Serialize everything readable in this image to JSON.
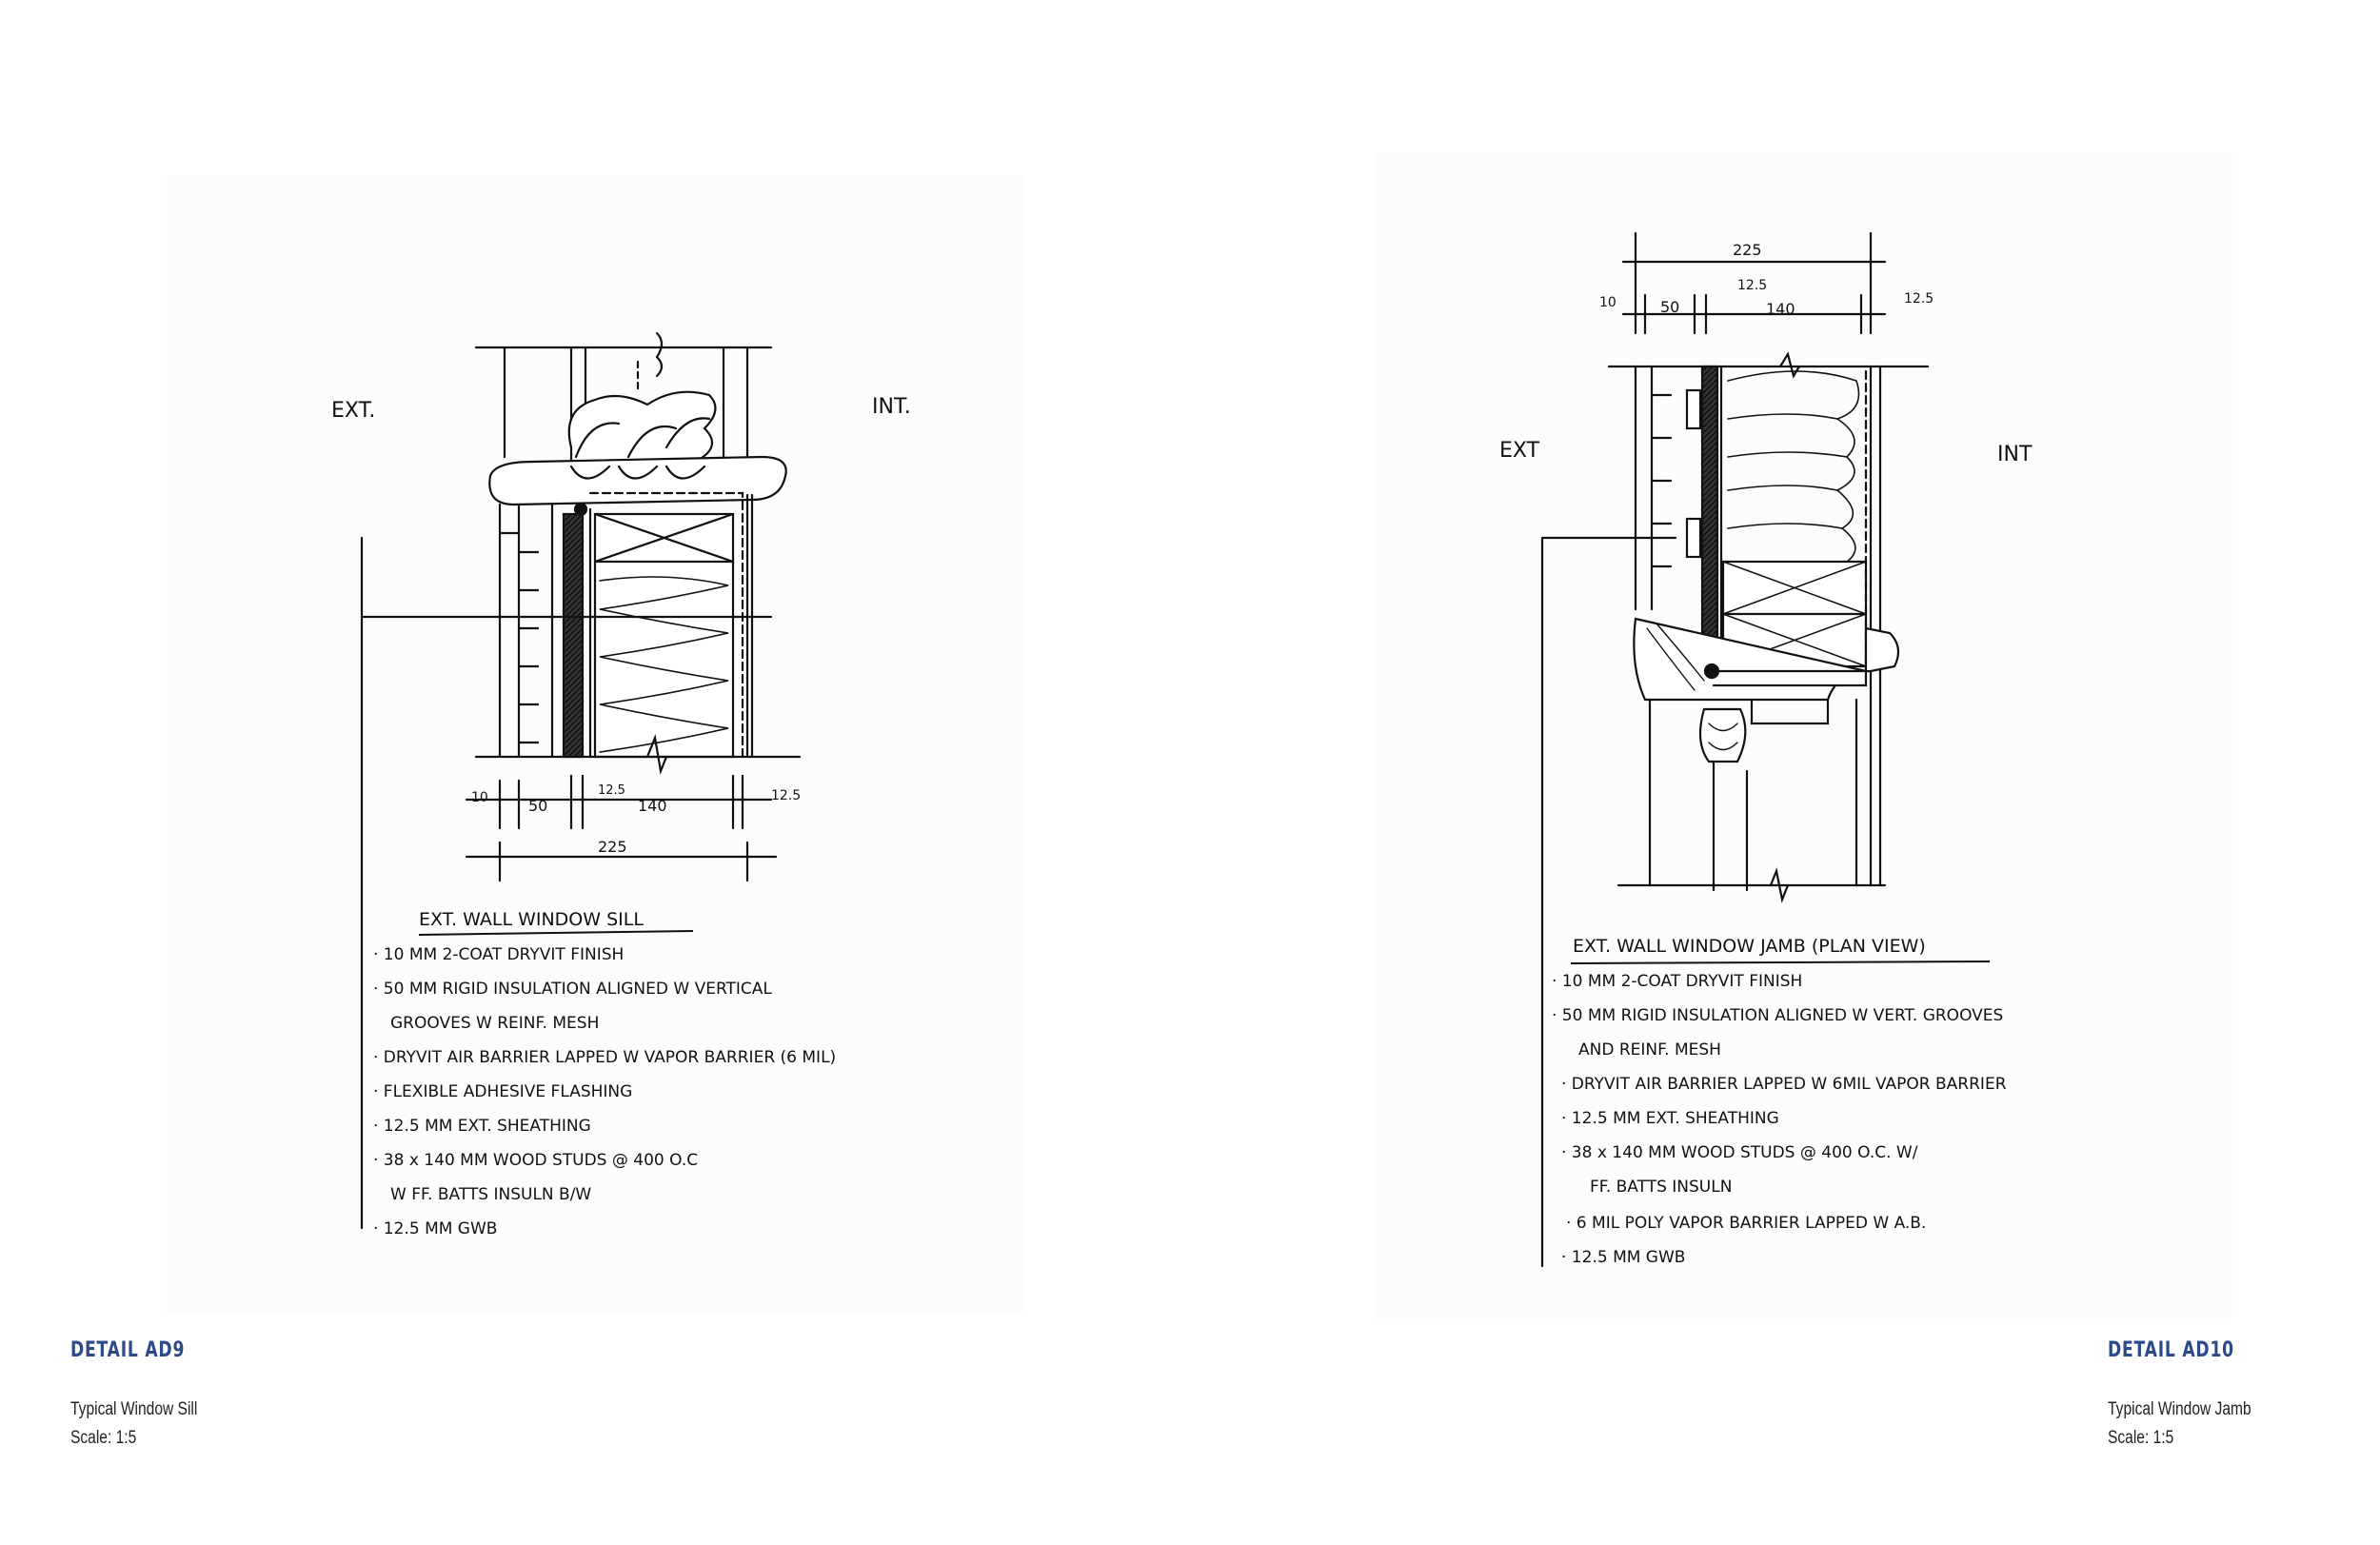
{
  "colors": {
    "caption_accent": "#2b4a87",
    "ink": "#111111",
    "paper": "#fcfcfa"
  },
  "left_detail": {
    "ext_label": "EXT.",
    "int_label": "INT.",
    "dim_10": "10",
    "dim_50": "50",
    "dim_12_5_a": "12.5",
    "dim_140": "140",
    "dim_12_5_b": "12.5",
    "dim_225": "225",
    "notes_title": "EXT. WALL WINDOW SILL",
    "notes": [
      "· 10 MM 2-COAT DRYVIT FINISH",
      "· 50 MM RIGID INSULATION ALIGNED W VERTICAL",
      "GROOVES W REINF. MESH",
      "· DRYVIT AIR BARRIER LAPPED W VAPOR BARRIER (6 MIL)",
      "· FLEXIBLE ADHESIVE FLASHING",
      "· 12.5 MM EXT. SHEATHING",
      "· 38 x 140 MM WOOD STUDS @ 400 O.C",
      "W FF. BATTS INSULN B/W",
      "· 12.5 MM GWB"
    ],
    "caption_title": "DETAIL AD9",
    "caption_name": "Typical Window Sill",
    "caption_scale": "Scale: 1:5"
  },
  "right_detail": {
    "ext_label": "EXT",
    "int_label": "INT",
    "dim_225": "225",
    "dim_12_5_a": "12.5",
    "dim_10": "10",
    "dim_50": "50",
    "dim_140": "140",
    "dim_12_5_b": "12.5",
    "notes_title": "EXT. WALL WINDOW JAMB (PLAN VIEW)",
    "notes": [
      "· 10 MM 2-COAT DRYVIT FINISH",
      "· 50 MM RIGID INSULATION ALIGNED W VERT. GROOVES",
      "AND REINF. MESH",
      "· DRYVIT AIR BARRIER LAPPED W 6MIL VAPOR BARRIER",
      "· 12.5 MM EXT. SHEATHING",
      "· 38 x 140 MM WOOD STUDS @ 400 O.C. W/",
      "FF. BATTS INSULN",
      "· 6 MIL POLY VAPOR BARRIER LAPPED W A.B.",
      "· 12.5 MM GWB"
    ],
    "caption_title": "DETAIL AD10",
    "caption_name": "Typical Window Jamb",
    "caption_scale": "Scale: 1:5"
  }
}
